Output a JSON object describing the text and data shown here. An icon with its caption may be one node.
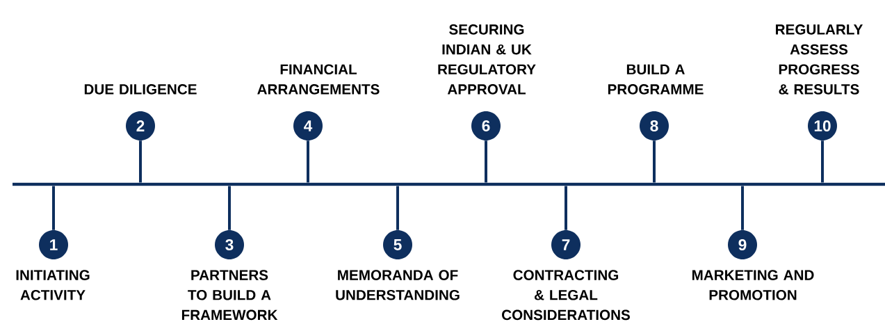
{
  "diagram": {
    "nodes": [
      {
        "text": [],
        "shape": "bar"
      },
      {
        "text": [
          "1"
        ],
        "beside": [
          "INITIATING ACTIVITY"
        ]
      },
      {
        "text": [
          "2"
        ],
        "beside": [
          "DUE DILIGENCE"
        ]
      },
      {
        "text": [
          "3"
        ],
        "beside": [
          "PARTNERS TO BUILD A FRAMEWORK"
        ]
      },
      {
        "text": [
          "4"
        ],
        "beside": [
          "FINANCIAL ARRANGEMENTS"
        ]
      },
      {
        "text": [
          "5"
        ],
        "beside": [
          "MEMORANDA OF UNDERSTANDING"
        ]
      },
      {
        "text": [
          "6"
        ],
        "beside": [
          "SECURING INDIAN & UK REGULATORY APPROVAL"
        ]
      },
      {
        "text": [
          "7"
        ],
        "beside": [
          "CONTRACTING & LEGAL CONSIDERATIONS"
        ]
      },
      {
        "text": [
          "8"
        ],
        "beside": [
          "BUILD A PROGRAMME"
        ]
      },
      {
        "text": [
          "9"
        ],
        "beside": [
          "MARKETING AND PROMOTION"
        ]
      },
      {
        "text": [
          "10"
        ],
        "beside": [
          "REGULARLY ASSESS PROGRESS & RESULTS"
        ]
      }
    ],
    "edges": [
      {
        "from": 0,
        "to": 1,
        "arrow": "none"
      },
      {
        "from": 0,
        "to": 2,
        "arrow": "none"
      },
      {
        "from": 0,
        "to": 3,
        "arrow": "none"
      },
      {
        "from": 0,
        "to": 4,
        "arrow": "none"
      },
      {
        "from": 0,
        "to": 5,
        "arrow": "none"
      },
      {
        "from": 0,
        "to": 6,
        "arrow": "none"
      },
      {
        "from": 0,
        "to": 7,
        "arrow": "none"
      },
      {
        "from": 0,
        "to": 8,
        "arrow": "none"
      },
      {
        "from": 0,
        "to": 9,
        "arrow": "none"
      },
      {
        "from": 0,
        "to": 10,
        "arrow": "none"
      }
    ]
  }
}
